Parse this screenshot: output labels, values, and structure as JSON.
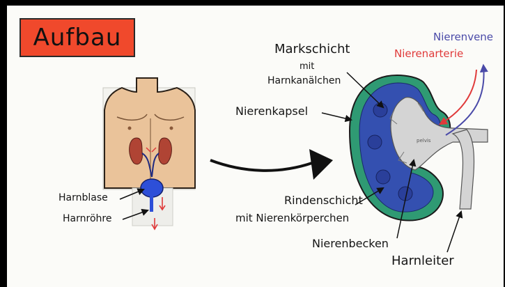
{
  "title": "Aufbau",
  "labels": {
    "markschicht_line1": "Markschicht",
    "markschicht_line2": "mit",
    "markschicht_line3": "Harnkanälchen",
    "nierenkapsel": "Nierenkapsel",
    "nierenvene": "Nierenvene",
    "nierenarterie": "Nierenarterie",
    "rinden_line1": "Rindenschicht",
    "rinden_line2": "mit Nierenkörperchen",
    "nierenbecken": "Nierenbecken",
    "harnleiter": "Harnleiter",
    "harnblase": "Harnblase",
    "harnroehre": "Harnröhre",
    "pelvis_tag": "pelvis"
  },
  "colors": {
    "title_bg": "#f0492c",
    "vein": "#4a4aa8",
    "artery": "#e03a3a",
    "cortex_green": "#2f9a73",
    "medulla_blue": "#3450b0"
  }
}
